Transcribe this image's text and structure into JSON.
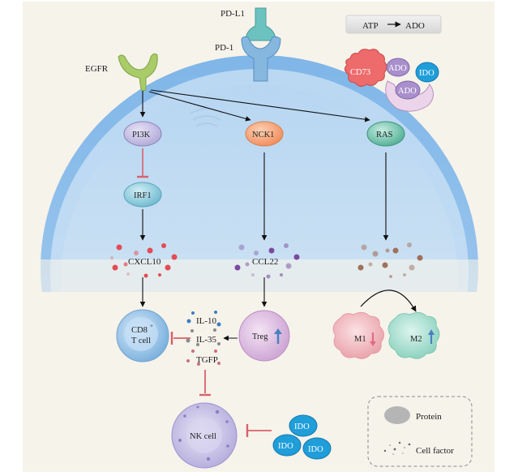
{
  "figure": {
    "receptors": {
      "egfr": "EGFR",
      "pdl1": "PD-L1",
      "pd1": "PD-1"
    },
    "atp_box": {
      "from": "ATP",
      "to": "ADO",
      "arrow": "→"
    },
    "surface_molecules": {
      "cd73": "CD73",
      "ado_1": "ADO",
      "ado_2": "ADO",
      "ido": "IDO"
    },
    "pathway_nodes": {
      "pi3k": "PI3K",
      "nck1": "NCK1",
      "ras": "RAS",
      "irf1": "IRF1"
    },
    "cell_factors": {
      "cxcl10": "CXCL10",
      "ccl22": "CCL22",
      "il10": "IL-10",
      "il35": "IL-35",
      "tgfb": "TGFP"
    },
    "cells": {
      "cd8_line1": "CD8",
      "cd8_sup": "+",
      "cd8_line2": "T cell",
      "treg": "Treg",
      "m1": "M1",
      "m2": "M2",
      "nk": "NK cell"
    },
    "ido_cluster": [
      "IDO",
      "IDO",
      "IDO"
    ],
    "legend": {
      "protein": "Protein",
      "cell_factor": "Cell factor"
    },
    "colors": {
      "background": "#f6f3eb",
      "cell_body": "#bcd9f0",
      "membrane": "#6aa4dc",
      "inhibit": "#d9606a",
      "pi3k": "#c9c3e6",
      "nck1": "#f5a97c",
      "ras": "#7ccab4",
      "irf1": "#8fcfe0",
      "ido": "#1f9ed9",
      "ado": "#a98fcc",
      "cd73": "#ef6b6b"
    }
  }
}
